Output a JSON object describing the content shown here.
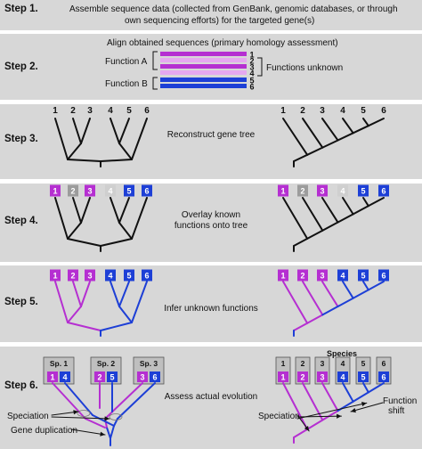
{
  "colors": {
    "background": "#ffffff",
    "band": "#d7d7d7",
    "function_a": "#b52fd1",
    "function_a_light": "#e5a8f0",
    "function_b": "#1d3fd6",
    "unknown_gray": "#9c9c9c",
    "unknown_light": "#cfcfcf",
    "species_box": "#bfbfbf",
    "black": "#111111"
  },
  "steps": [
    {
      "label": "Step 1.",
      "text": [
        "Assemble sequence data (collected from GenBank, genomic databases, or through",
        "own sequencing efforts) for the targeted gene(s)"
      ]
    },
    {
      "label": "Step 2.",
      "title": "Align obtained sequences (primary homology assessment)",
      "function_a_label": "Function A",
      "function_b_label": "Function B",
      "unknown_label": "Functions unknown",
      "sequence_numbers": [
        "1",
        "2",
        "3",
        "4",
        "5",
        "6"
      ]
    },
    {
      "label": "Step 3.",
      "text": "Reconstruct gene tree",
      "leaf_numbers": [
        "1",
        "2",
        "3",
        "4",
        "5",
        "6"
      ]
    },
    {
      "label": "Step 4.",
      "text": [
        "Overlay known",
        "functions onto tree"
      ],
      "leaf_numbers": [
        "1",
        "2",
        "3",
        "4",
        "5",
        "6"
      ]
    },
    {
      "label": "Step 5.",
      "text": "Infer unknown functions",
      "leaf_numbers": [
        "1",
        "2",
        "3",
        "4",
        "5",
        "6"
      ]
    },
    {
      "label": "Step 6.",
      "text": "Assess actual evolution",
      "species_header": "Species",
      "left_species": [
        "Sp. 1",
        "Sp. 2",
        "Sp. 3"
      ],
      "right_species": [
        "1",
        "2",
        "3",
        "4",
        "5",
        "6"
      ],
      "leaf_numbers": [
        "1",
        "2",
        "3",
        "4",
        "5",
        "6"
      ],
      "left_leaf_order": [
        "1",
        "4",
        "2",
        "5",
        "3",
        "6"
      ],
      "speciation_left": "Speciation",
      "gene_duplication": "Gene duplication",
      "speciation_right": "Speciation",
      "function_shift": [
        "Function",
        "shift"
      ]
    }
  ]
}
